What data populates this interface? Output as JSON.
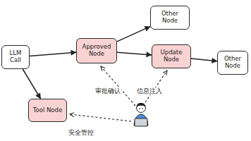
{
  "diagram": {
    "nodes": [
      {
        "text": [
          "LLM Call"
        ]
      },
      {
        "text": [
          "Approved Node"
        ]
      },
      {
        "text": [
          "Other Node"
        ]
      },
      {
        "text": [
          "Update Node"
        ]
      },
      {
        "text": [
          "Other Node"
        ]
      },
      {
        "text": [
          "Tool Node"
        ]
      }
    ],
    "edges": [
      {
        "from": 0,
        "to": 1,
        "arrow": "to"
      },
      {
        "from": 0,
        "to": 5,
        "arrow": "to"
      },
      {
        "from": 1,
        "to": 2,
        "arrow": "to"
      },
      {
        "from": 1,
        "to": 3,
        "arrow": "to"
      },
      {
        "from": 3,
        "to": 4,
        "arrow": "to"
      }
    ],
    "labels": [
      "审批确认",
      "信息注入",
      "安全管控"
    ]
  }
}
